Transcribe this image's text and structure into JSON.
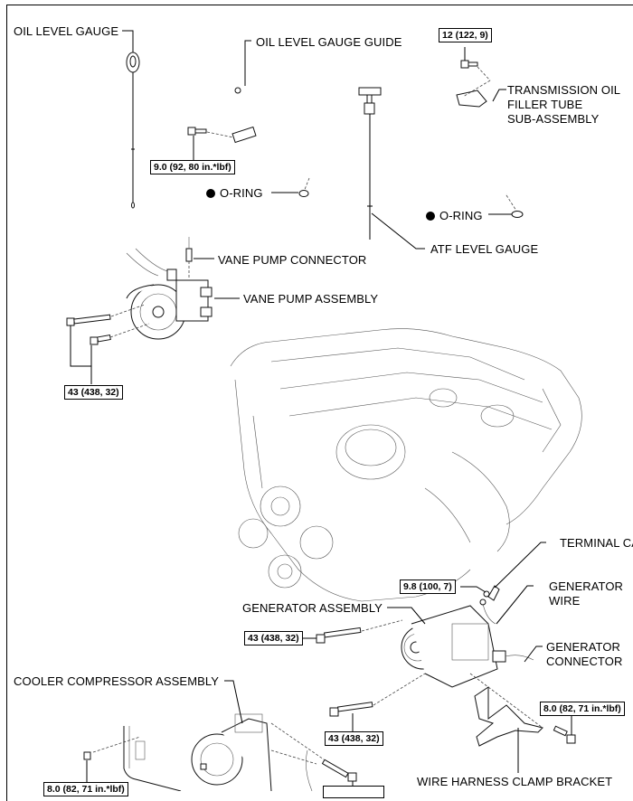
{
  "diagram": {
    "labels": {
      "oil_level_gauge": "OIL LEVEL GAUGE",
      "oil_level_gauge_guide": "OIL LEVEL GAUGE GUIDE",
      "o_ring_1": "O-RING",
      "transmission_line1": "TRANSMISSION OIL",
      "transmission_line2": "FILLER TUBE",
      "transmission_line3": "SUB-ASSEMBLY",
      "o_ring_2": "O-RING",
      "atf_level_gauge": "ATF LEVEL GAUGE",
      "vane_pump_connector": "VANE PUMP CONNECTOR",
      "vane_pump_assembly": "VANE PUMP ASSEMBLY",
      "terminal_cap": "TERMINAL CAP",
      "generator_wire_line1": "GENERATOR",
      "generator_wire_line2": "WIRE",
      "generator_assembly": "GENERATOR ASSEMBLY",
      "generator_connector_line1": "GENERATOR",
      "generator_connector_line2": "CONNECTOR",
      "cooler_compressor_assembly": "COOLER COMPRESSOR ASSEMBLY",
      "wire_harness_clamp_bracket": "WIRE HARNESS CLAMP BRACKET"
    },
    "torque_specs": {
      "gauge_guide_bolt": "9.0 (92, 80 in.*lbf)",
      "filler_tube_bolt": "12 (122, 9)",
      "vane_pump_bolts": "43 (438, 32)",
      "generator_wire_nut": "9.8 (100, 7)",
      "generator_bolt_upper": "43 (438, 32)",
      "generator_bolt_lower": "43 (438, 32)",
      "clamp_bracket_bolt": "8.0 (82, 71 in.*lbf)",
      "compressor_bracket_bolt": "8.0 (82, 71 in.*lbf)"
    },
    "non_reusable_part_legend": "black-dot = non-reusable part"
  }
}
